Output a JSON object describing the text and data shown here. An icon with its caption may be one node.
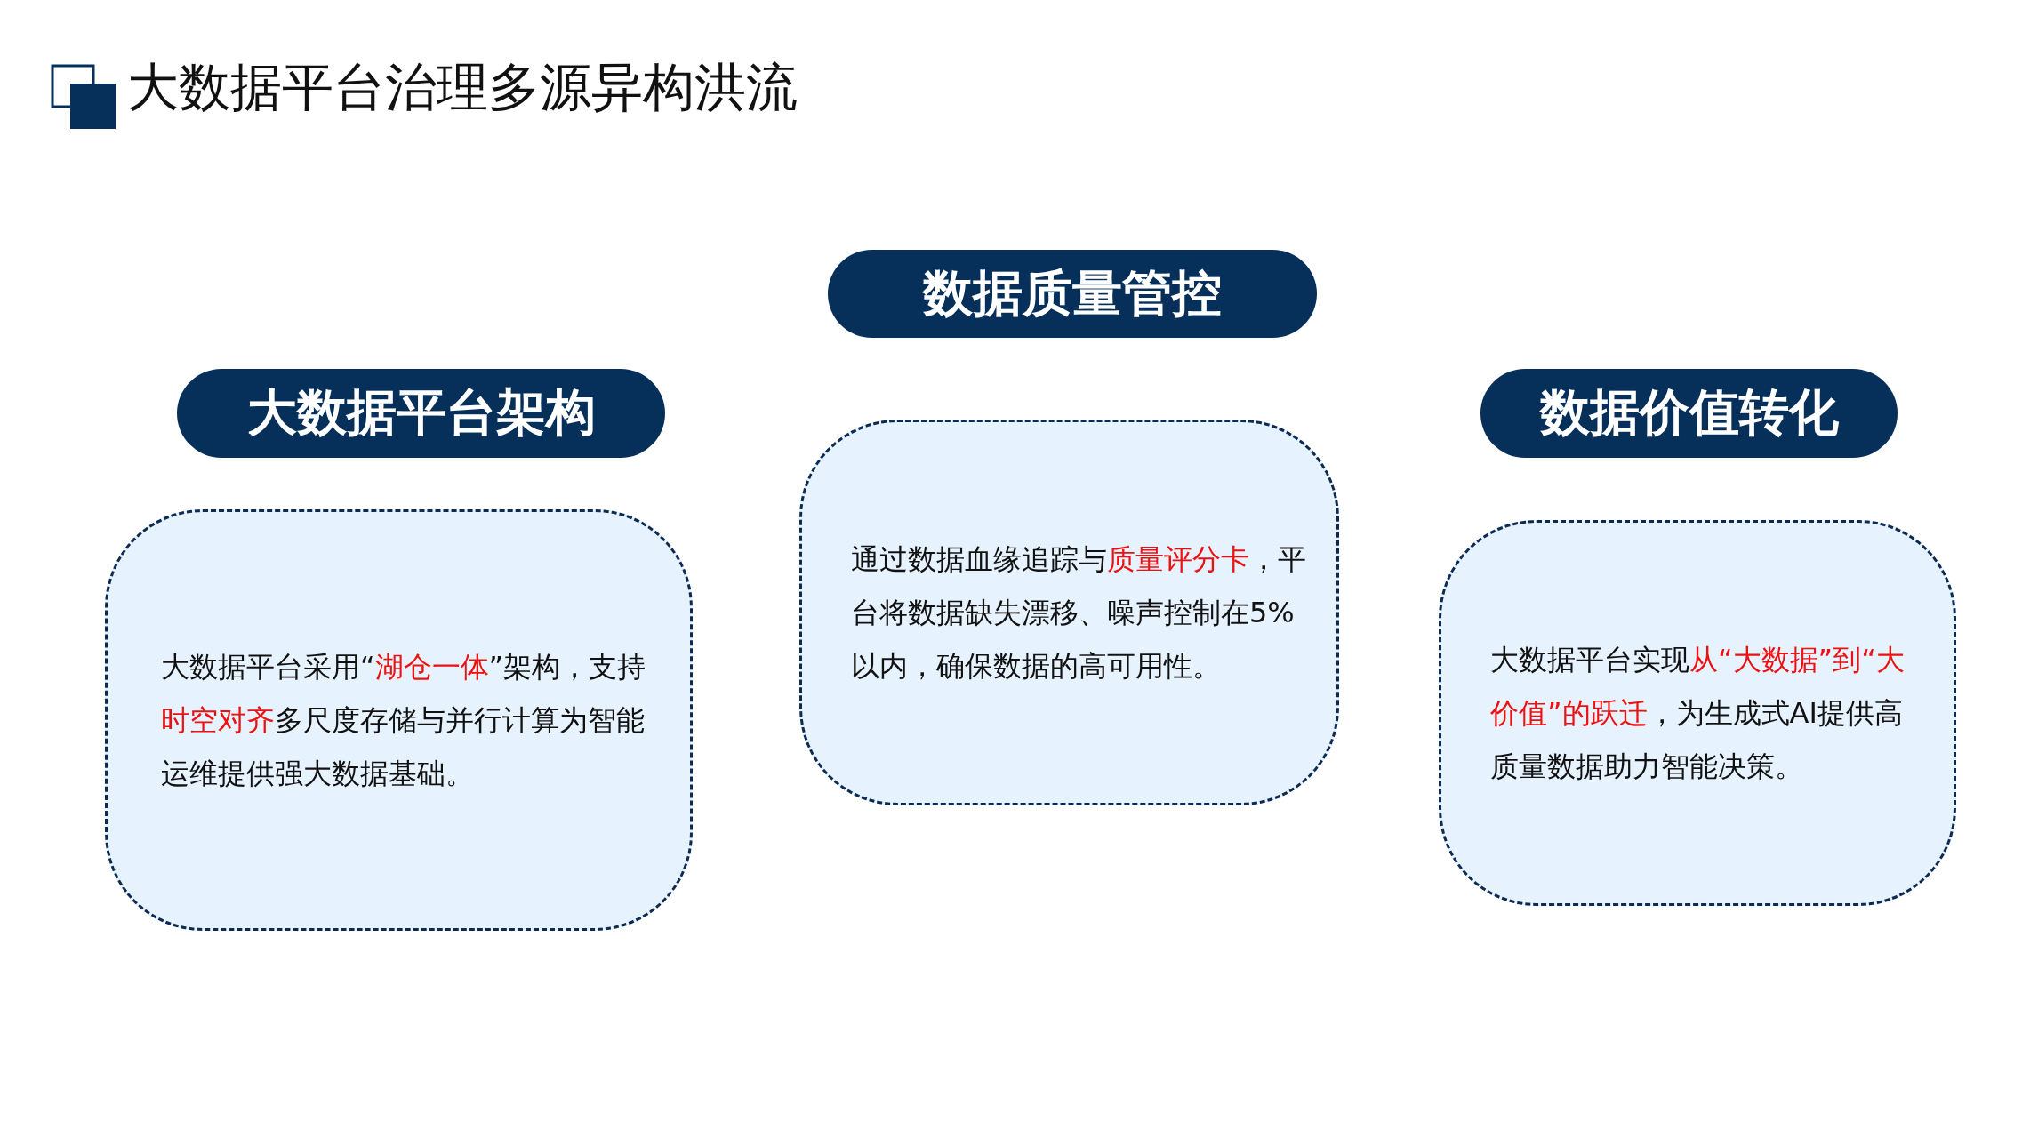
{
  "diagram": {
    "title": "大数据平台治理多源异构洪流",
    "nodes": [
      {
        "text": [
          "大数据平台架构"
        ]
      },
      {
        "text": [
          "大数据平台采用“**湖仓一体**”架构，支持**时空对齐**多尺度存储与并行计算为智能运维提供强大数据基础。"
        ]
      },
      {
        "text": [
          "数据质量管控"
        ]
      },
      {
        "text": [
          "通过数据血缘追踪与**质量评分卡**，平台将数据缺失漂移、噪声控制在5%以内，确保数据的高可用性。"
        ]
      },
      {
        "text": [
          "数据价值转化"
        ]
      },
      {
        "text": [
          "大数据平台实现**从“大数据”到“大价值”的跃迁**，为生成式AI提供高质量数据助力智能决策。"
        ]
      }
    ]
  }
}
